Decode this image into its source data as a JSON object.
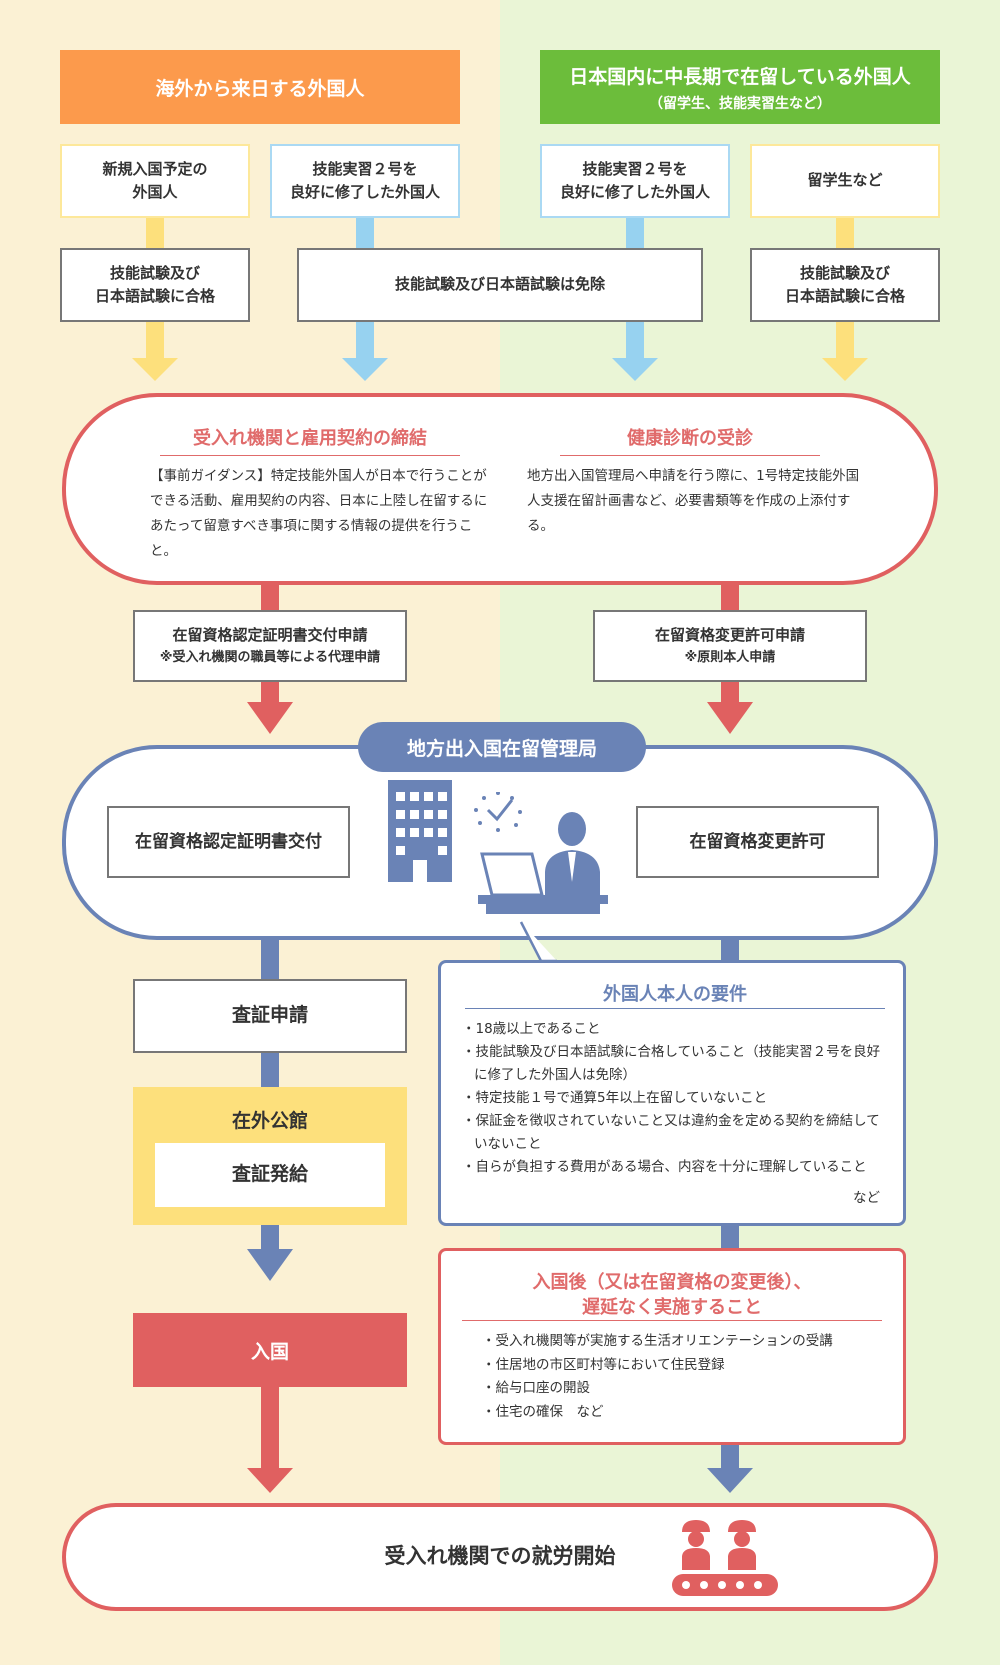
{
  "headers": {
    "left": "海外から来日する外国人",
    "right": "日本国内に中長期で在留している外国人",
    "right_sub": "（留学生、技能実習生など）"
  },
  "sources": {
    "new_entrant": "新規入国予定の\n外国人",
    "intern_left": "技能実習２号を\n良好に修了した外国人",
    "intern_right": "技能実習２号を\n良好に修了した外国人",
    "students": "留学生など"
  },
  "exams": {
    "left": "技能試験及び\n日本語試験に合格",
    "middle": "技能試験及び日本語試験は免除",
    "right": "技能試験及び\n日本語試験に合格"
  },
  "contract": {
    "title": "受入れ機関と雇用契約の締結",
    "body": "【事前ガイダンス】特定技能外国人が日本で行うことができる活動、雇用契約の内容、日本に上陸し在留するにあたって留意すべき事項に関する情報の提供を行うこと。"
  },
  "health": {
    "title": "健康診断の受診",
    "body": "地方出入国管理局へ申請を行う際に、1号特定技能外国人支援在留計画書など、必要書類等を作成の上添付する。"
  },
  "applications": {
    "left": "在留資格認定証明書交付申請",
    "left_note": "※受入れ機関の職員等による代理申請",
    "right": "在留資格変更許可申請",
    "right_note": "※原則本人申請"
  },
  "bureau": {
    "label": "地方出入国在留管理局",
    "left_box": "在留資格認定証明書交付",
    "right_box": "在留資格変更許可"
  },
  "visa": {
    "application": "査証申請",
    "embassy": "在外公館",
    "issuance": "査証発給",
    "entry": "入国"
  },
  "requirements": {
    "title": "外国人本人の要件",
    "items": [
      "・18歳以上であること",
      "・技能試験及び日本語試験に合格していること（技能実習２号を良好に修了した外国人は免除）",
      "・特定技能１号で通算5年以上在留していないこと",
      "・保証金を徴収されていないこと又は違約金を定める契約を締結していないこと",
      "・自らが負担する費用がある場合、内容を十分に理解していること"
    ],
    "etc": "など"
  },
  "after_entry": {
    "title_line1": "入国後（又は在留資格の変更後）、",
    "title_line2": "遅延なく実施すること",
    "items": [
      "・受入れ機関等が実施する生活オリエンテーションの受講",
      "・住居地の市区町村等において住民登録",
      "・給与口座の開設",
      "・住宅の確保　など"
    ]
  },
  "final": {
    "label": "受入れ機関での就労開始"
  },
  "colors": {
    "orange": "#fc9a4c",
    "green": "#6cbd3b",
    "red": "#e06060",
    "navy": "#6a83b6",
    "yellow": "#fde07c",
    "light_blue": "#97d2f0"
  }
}
